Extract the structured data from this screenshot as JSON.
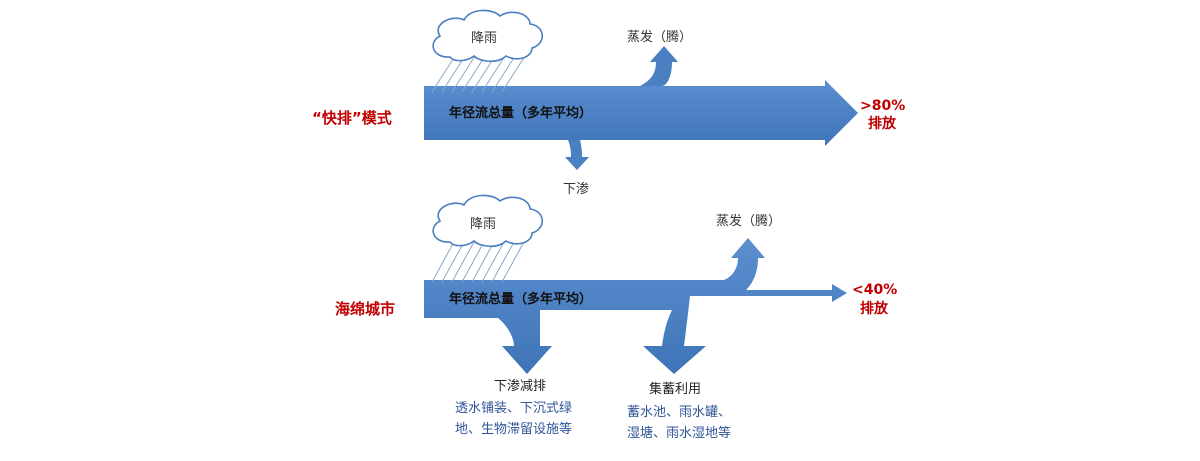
{
  "colors": {
    "arrow": "#4a7fc1",
    "cloud_stroke": "#4a7fc1",
    "mode_text": "#c00000",
    "desc_text": "#2f5597"
  },
  "panels": [
    {
      "mode_label": "“快排”模式",
      "rain_label": "降雨",
      "flow_label": "年径流总量（多年平均）",
      "evaporation_label": "蒸发（腾）",
      "discharge": {
        "pct": ">80%",
        "label": "排放"
      },
      "infiltration_label": "下渗"
    },
    {
      "mode_label": "海绵城市",
      "rain_label": "降雨",
      "flow_label": "年径流总量（多年平均）",
      "evaporation_label": "蒸发（腾）",
      "discharge": {
        "pct": "<40%",
        "label": "排放"
      },
      "infiltration": {
        "title": "下渗减排",
        "desc_lines": [
          "透水铺装、下沉式绿",
          "地、生物滞留设施等"
        ]
      },
      "harvest": {
        "title": "集蓄利用",
        "desc_lines": [
          "蓄水池、雨水罐、",
          "湿塘、雨水湿地等"
        ]
      }
    }
  ]
}
